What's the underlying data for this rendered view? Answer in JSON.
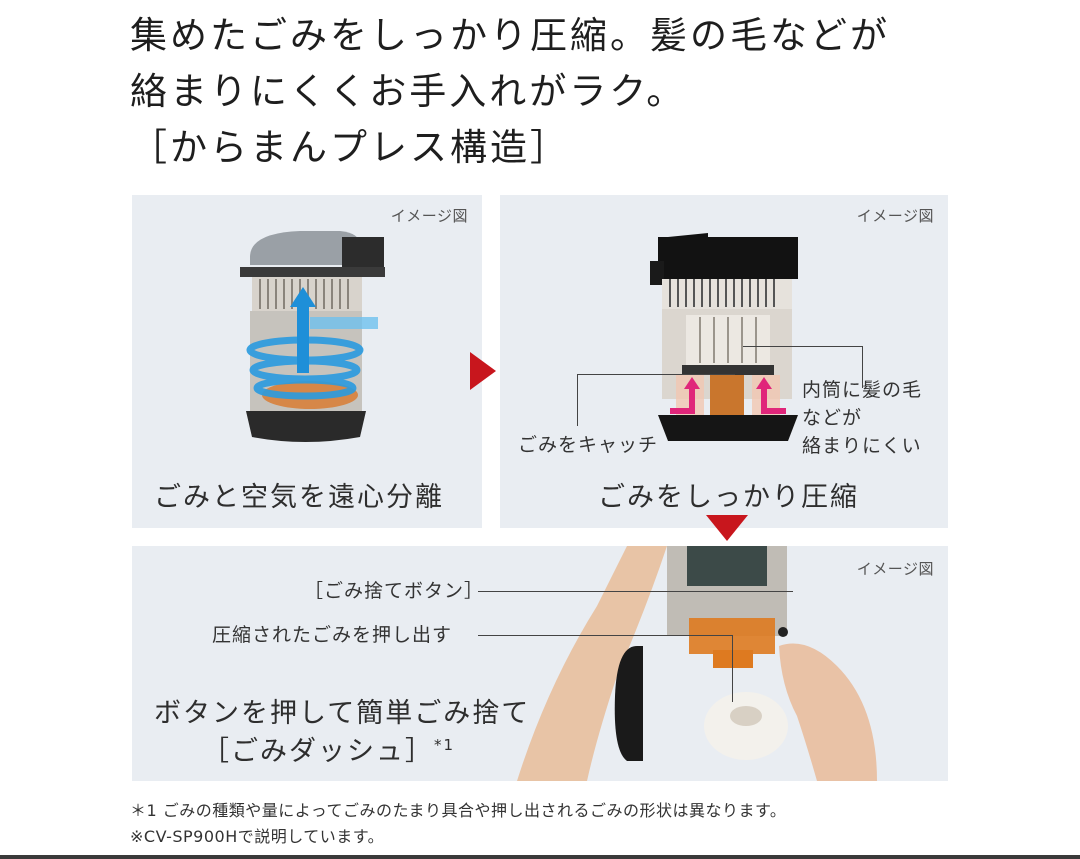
{
  "headline": {
    "line1": "集めたごみをしっかり圧縮。髪の毛などが",
    "line2": "絡まりにくくお手入れがラク。",
    "line3": "［からまんプレス構造］"
  },
  "panels": [
    {
      "tag": "イメージ図",
      "caption": "ごみと空気を遠心分離"
    },
    {
      "tag": "イメージ図",
      "caption": "ごみをしっかり圧縮",
      "callouts": {
        "left": "ごみをキャッチ",
        "right_line1": "内筒に髪の毛",
        "right_line2": "などが",
        "right_line3": "絡まりにくい"
      }
    },
    {
      "tag": "イメージ図",
      "callouts": {
        "button": "［ごみ捨てボタン］",
        "push": "圧縮されたごみを押し出す"
      },
      "caption_line1": "ボタンを押して簡単ごみ捨て",
      "caption_line2": "［ごみダッシュ］",
      "caption_sup": "*1"
    }
  ],
  "icons": {
    "step_arrow_right": "red-triangle-right",
    "step_arrow_down": "red-triangle-down"
  },
  "colors": {
    "panel_bg": "#e9edf2",
    "accent_red": "#c8161d",
    "airflow_blue": "#2a9be0",
    "compress_pink": "#e0267a",
    "dust_orange": "#d9782a"
  },
  "footnotes": {
    "note1": "＊1 ごみの種類や量によってごみのたまり具合や押し出されるごみの形状は異なります。",
    "note2": "※CV-SP900Hで説明しています。"
  }
}
